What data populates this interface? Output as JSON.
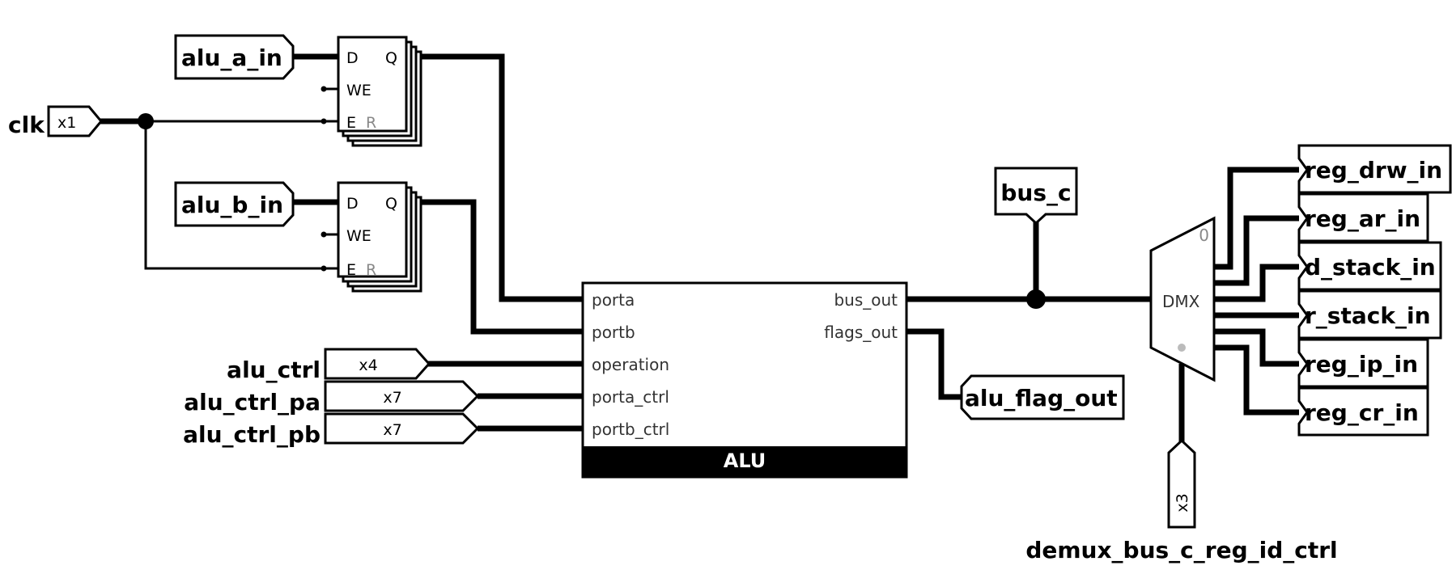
{
  "inputs": {
    "clk": {
      "name": "clk",
      "width": "x1"
    },
    "alu_a_in": {
      "name": "alu_a_in"
    },
    "alu_b_in": {
      "name": "alu_b_in"
    },
    "alu_ctrl": {
      "name": "alu_ctrl",
      "width": "x4"
    },
    "alu_ctrl_pa": {
      "name": "alu_ctrl_pa",
      "width": "x7"
    },
    "alu_ctrl_pb": {
      "name": "alu_ctrl_pb",
      "width": "x7"
    },
    "demux_ctrl": {
      "name": "demux_bus_c_reg_id_ctrl",
      "width": "x3"
    }
  },
  "registers": {
    "reg_a": {
      "d": "D",
      "q": "Q",
      "we": "WE",
      "e": "E",
      "r": "R"
    },
    "reg_b": {
      "d": "D",
      "q": "Q",
      "we": "WE",
      "e": "E",
      "r": "R"
    }
  },
  "alu": {
    "title": "ALU",
    "inputs": [
      "porta",
      "portb",
      "operation",
      "porta_ctrl",
      "portb_ctrl"
    ],
    "outputs": [
      "bus_out",
      "flags_out"
    ]
  },
  "probe": {
    "name": "bus_c"
  },
  "flag_output": {
    "name": "alu_flag_out"
  },
  "demux": {
    "label": "DMX",
    "zero": "0"
  },
  "outputs": [
    "reg_drw_in",
    "reg_ar_in",
    "d_stack_in",
    "r_stack_in",
    "reg_ip_in",
    "reg_cr_in"
  ]
}
